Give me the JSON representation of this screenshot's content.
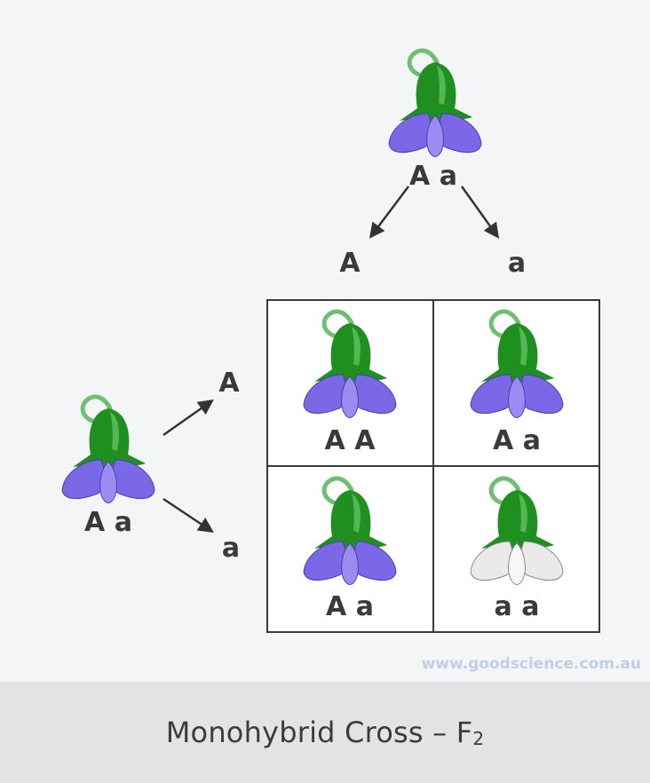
{
  "parent_top": {
    "genotype": "A a",
    "flower_color": "purple"
  },
  "parent_left": {
    "genotype": "A a",
    "flower_color": "purple"
  },
  "gametes_top": [
    "A",
    "a"
  ],
  "gametes_left": [
    "A",
    "a"
  ],
  "punnett": [
    {
      "genotype": "A A",
      "flower_color": "purple"
    },
    {
      "genotype": "A a",
      "flower_color": "purple"
    },
    {
      "genotype": "A a",
      "flower_color": "purple"
    },
    {
      "genotype": "a a",
      "flower_color": "white"
    }
  ],
  "footer": {
    "title": "Monohybrid Cross – F",
    "title_sub": "2"
  },
  "watermark": "www.goodscience.com.au",
  "colors": {
    "purple_petal": "#7b68e6",
    "white_petal": "#eaeaea",
    "stem": "#6fbf73",
    "sepal": "#1f8f1f",
    "grid_line": "#3a3a3a"
  }
}
